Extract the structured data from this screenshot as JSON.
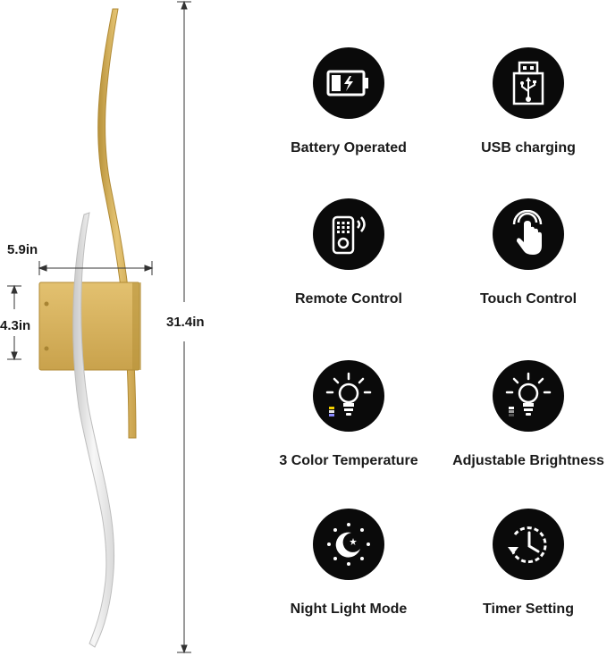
{
  "dimensions": {
    "width": "5.9in",
    "height_base": "4.3in",
    "total_height": "31.4in"
  },
  "features": [
    {
      "label": "Battery Operated",
      "icon": "battery-icon"
    },
    {
      "label": "USB charging",
      "icon": "usb-icon"
    },
    {
      "label": "Remote Control",
      "icon": "remote-control-icon"
    },
    {
      "label": "Touch Control",
      "icon": "touch-hand-icon"
    },
    {
      "label": "3 Color Temperature",
      "icon": "bulb-color-temperature-icon"
    },
    {
      "label": "Adjustable Brightness",
      "icon": "bulb-brightness-icon"
    },
    {
      "label": "Night Light Mode",
      "icon": "moon-night-icon"
    },
    {
      "label": "Timer Setting",
      "icon": "timer-clock-icon"
    }
  ],
  "colors": {
    "gold": "#d8b45a",
    "gold_dark": "#b8923a",
    "white_bar": "#f1f1f1",
    "badge": "#0a0a0a"
  }
}
